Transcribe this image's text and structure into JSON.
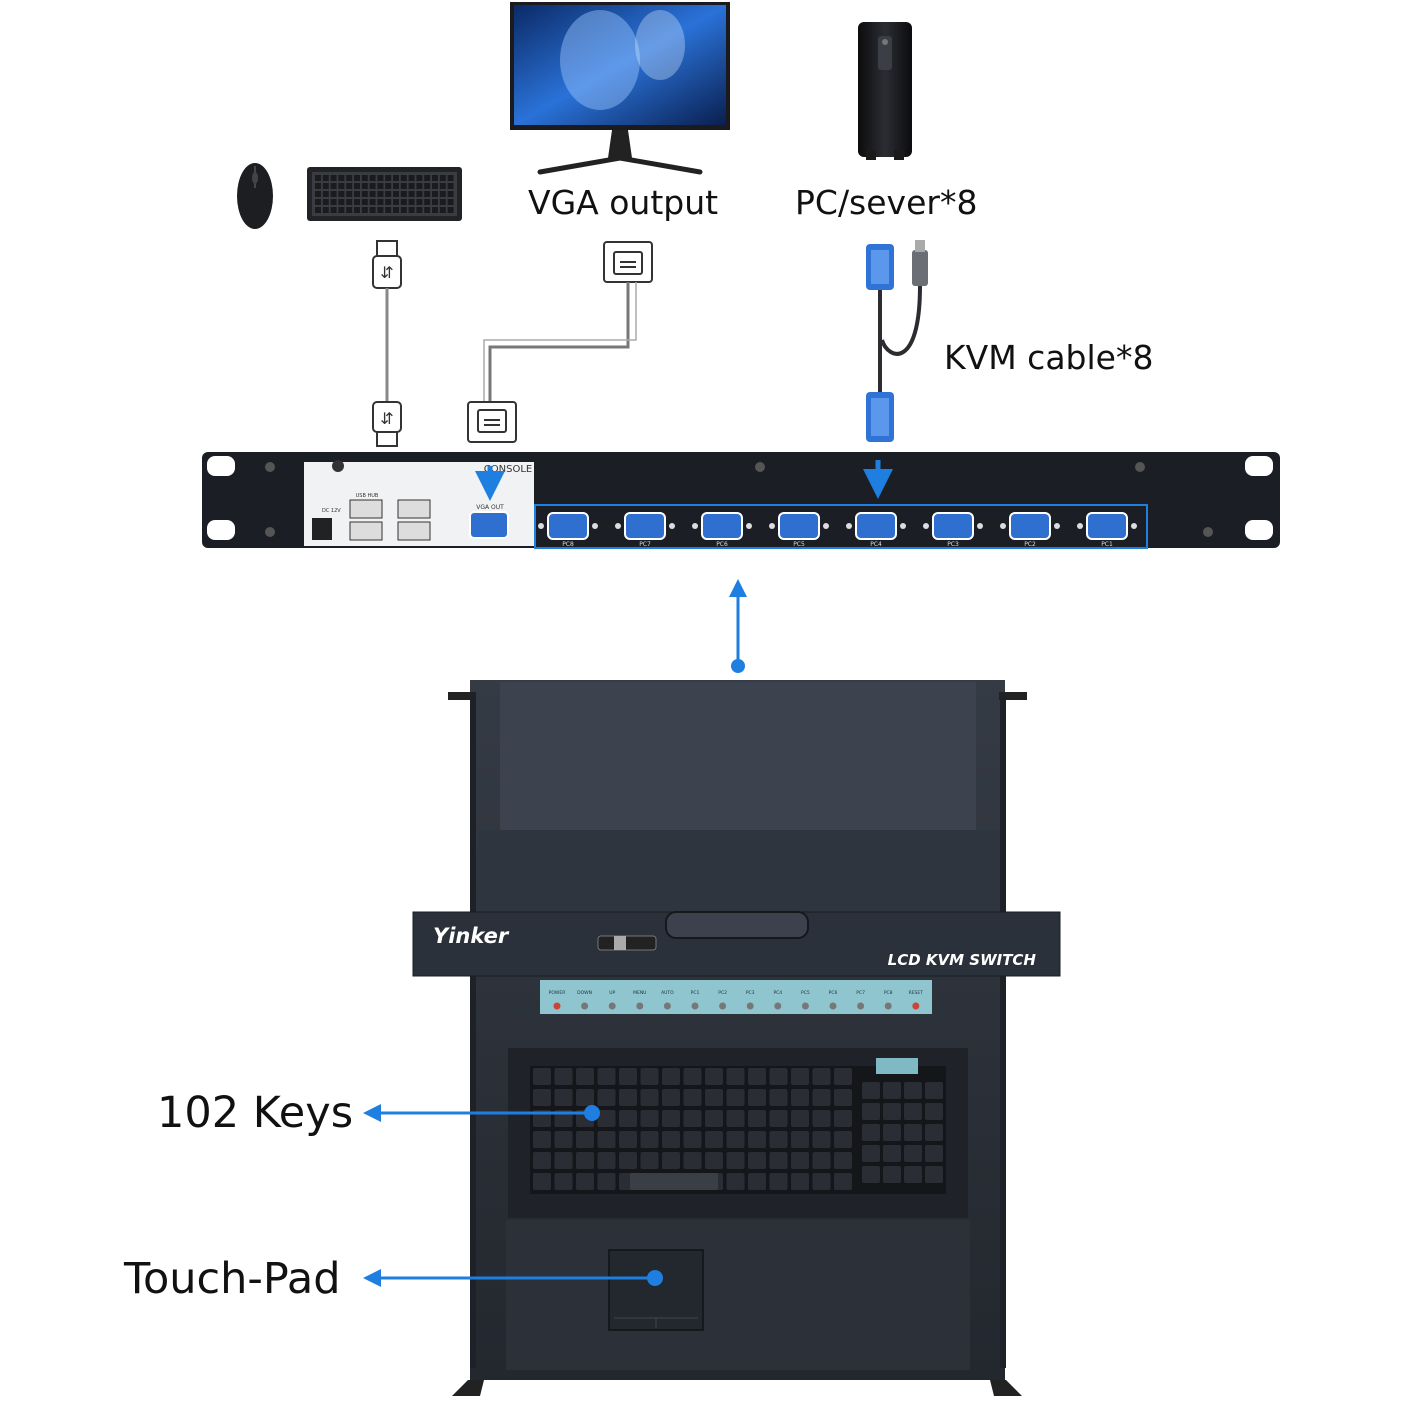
{
  "labels": {
    "vga_output": "VGA output",
    "pc_server": "PC/sever*8",
    "kvm_cable": "KVM cable*8",
    "keys": "102 Keys",
    "touch_pad": "Touch-Pad"
  },
  "rear_panel": {
    "console": "CONSOLE",
    "dc": "DC 12V",
    "usb_hub": "USB HUB",
    "vga_out": "VGA OUT",
    "ports": [
      "PC8",
      "PC7",
      "PC6",
      "PC5",
      "PC4",
      "PC3",
      "PC2",
      "PC1"
    ]
  },
  "unit": {
    "brand": "Yinker",
    "model": "LCD KVM SWITCH",
    "buttons": [
      "POWER",
      "DOWN",
      "UP",
      "MENU",
      "AUTO",
      "PC1",
      "PC2",
      "PC3",
      "PC4",
      "PC5",
      "PC6",
      "PC7",
      "PC8",
      "RESET"
    ]
  },
  "colors": {
    "accent": "#1f7fe0",
    "vga_blue": "#2f6fd0",
    "panel": "#1b1e24",
    "chassis": "#2a2f38"
  }
}
